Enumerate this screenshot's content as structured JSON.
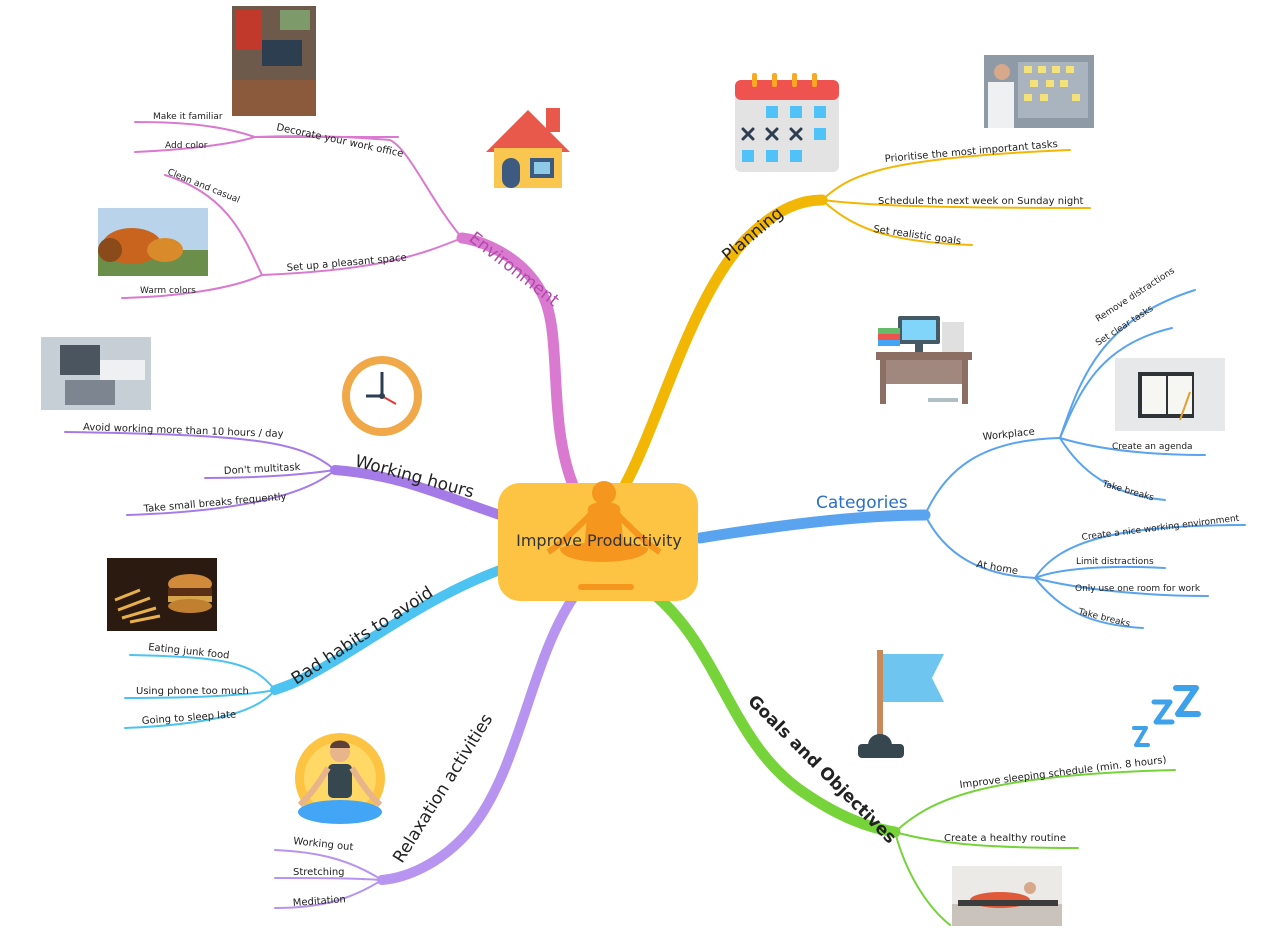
{
  "central_topic": "Improve Productivity",
  "colors": {
    "environment": "#d97ad0",
    "planning": "#f2b705",
    "categories": "#5aa3ee",
    "goals": "#76d33a",
    "relaxation": "#b794f0",
    "bad_habits": "#4cc3f0",
    "working_hours": "#a57be8",
    "center_fill": "#fdc444"
  },
  "branches": {
    "environment": {
      "label": "Environment",
      "subtopics": [
        {
          "label": "Decorate your work office",
          "leaves": [
            "Make it familiar",
            "Add color"
          ]
        },
        {
          "label": "Set up a pleasant space",
          "leaves": [
            "Clean and casual",
            "Warm colors"
          ]
        }
      ]
    },
    "planning": {
      "label": "Planning",
      "leaves": [
        "Prioritise the most important tasks",
        "Schedule the next week on Sunday night",
        "Set realistic goals"
      ]
    },
    "categories": {
      "label": "Categories",
      "subtopics": [
        {
          "label": "Workplace",
          "leaves": [
            "Remove distractions",
            "Set clear tasks",
            "Create an agenda",
            "Take breaks"
          ]
        },
        {
          "label": "At home",
          "leaves": [
            "Create a nice working environment",
            "Limit distractions",
            "Only use one room for work",
            "Take breaks"
          ]
        }
      ]
    },
    "goals": {
      "label": "Goals and Objectives",
      "leaves": [
        "Improve sleeping schedule (min. 8 hours)",
        "Create a healthy routine"
      ]
    },
    "relaxation": {
      "label": "Relaxation activities",
      "leaves": [
        "Working out",
        "Stretching",
        "Meditation"
      ]
    },
    "bad_habits": {
      "label": "Bad habits to avoid",
      "leaves": [
        "Eating junk food",
        "Using phone too much",
        "Going to sleep late"
      ]
    },
    "working_hours": {
      "label": "Working hours",
      "leaves": [
        "Avoid working more than 10 hours / day",
        "Don't multitask",
        "Take small breaks frequently"
      ]
    }
  },
  "icons": [
    "house-icon",
    "calendar-icon",
    "clock-icon",
    "desk-computer-icon",
    "flag-icon",
    "sleep-zzz-icon",
    "meditation-person-icon"
  ],
  "photos": [
    "office-desk-photo",
    "sticky-notes-photo",
    "autumn-park-photo",
    "laptop-work-photo",
    "notebook-photo",
    "burger-fries-photo",
    "workout-photo"
  ]
}
